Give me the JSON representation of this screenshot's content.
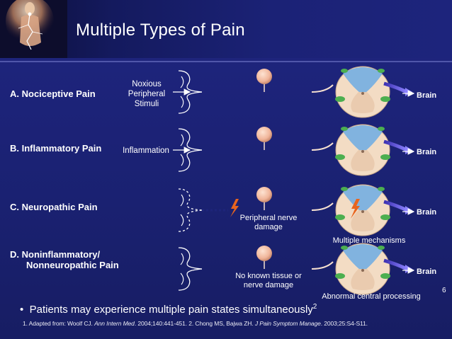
{
  "title": "Multiple Types of Pain",
  "rows": [
    {
      "label": "A.  Nociceptive Pain",
      "stimulus": [
        "Noxious",
        "Peripheral",
        "Stimuli"
      ],
      "brain": "Brain"
    },
    {
      "label": "B.  Inflammatory Pain",
      "stimulus": [
        "Inflammation"
      ],
      "brain": "Brain"
    },
    {
      "label": "C.  Neuropathic Pain",
      "caption": [
        "Peripheral nerve",
        "damage"
      ],
      "mechanism": "Multiple mechanisms",
      "brain": "Brain"
    },
    {
      "label_lines": [
        "D.  Noninflammatory/",
        "Nonneuropathic Pain"
      ],
      "caption": [
        "No known tissue or",
        "nerve damage"
      ],
      "mechanism": "Abnormal central processing",
      "brain": "Brain"
    }
  ],
  "bullet": {
    "text": "Patients may experience multiple pain states simultaneously",
    "sup": "2"
  },
  "footnote": {
    "p1": "1. Adapted from: Woolf CJ. ",
    "j1": "Ann Intern Med",
    "p2": ". 2004;140:441-451. 2. Chong MS, Bajwa ZH. ",
    "j2": "J Pain Symptom Manage",
    "p3": ". 2003;25:S4-S11."
  },
  "page_number": "6",
  "colors": {
    "background": "#1d247a",
    "neuron_body": "#f0b59a",
    "cord_gray": "#f3dcc4",
    "cord_white": "#7ab0e0",
    "green_horn": "#4caf50",
    "lightning": "#e8641e",
    "arrow_purple": "#5a4fd0"
  }
}
